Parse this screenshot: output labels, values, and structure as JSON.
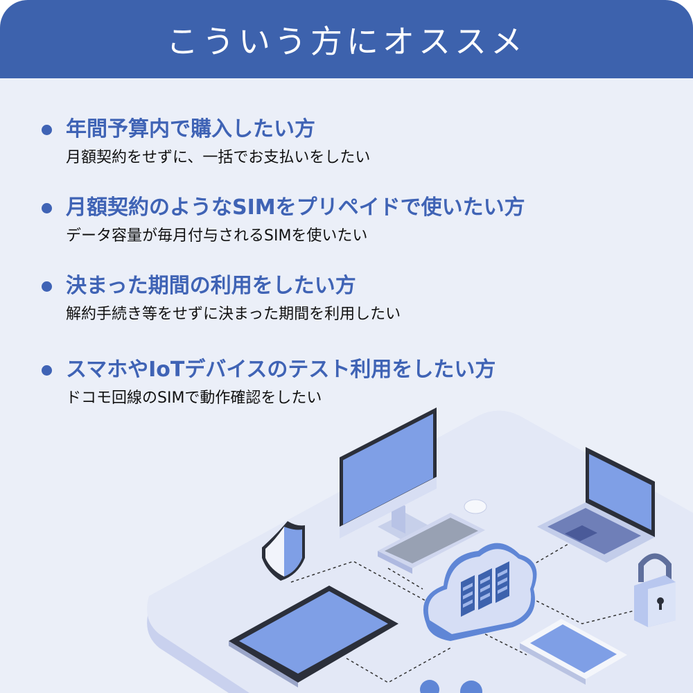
{
  "header": {
    "title": "こういう方にオススメ"
  },
  "items": [
    {
      "title": "年間予算内で購入したい方",
      "sub": "月額契約をせずに、一括でお支払いをしたい"
    },
    {
      "title": "月額契約のようなSIMをプリペイドで使いたい方",
      "sub": "データ容量が毎月付与されるSIMを使いたい"
    },
    {
      "title": "決まった期間の利用をしたい方",
      "sub": "解約手続き等をせずに決まった期間を利用したい"
    },
    {
      "title": "スマホやIoTデバイスのテスト利用をしたい方",
      "sub": "ドコモ回線のSIMで動作確認をしたい"
    }
  ],
  "colors": {
    "header": "#3d62ad",
    "accent": "#3f63b5",
    "background": "#ebeff8",
    "screen": "#7f9fe6"
  },
  "illustration": {
    "icons": [
      "monitor-icon",
      "laptop-icon",
      "tablet-icon",
      "smartphone-icon",
      "cloud-server-icon",
      "shield-icon",
      "padlock-icon",
      "keyboard-icon",
      "mouse-icon",
      "gear-icon"
    ]
  }
}
